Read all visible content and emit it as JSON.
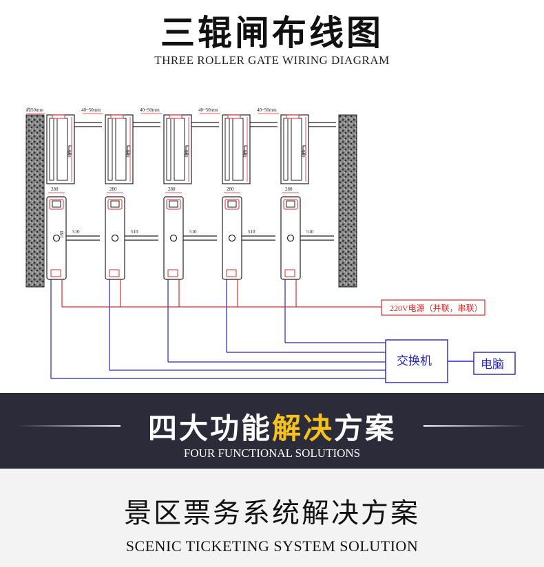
{
  "header": {
    "title_zh": "三辊闸布线图",
    "title_en": "THREE ROLLER GATE WIRING DIAGRAM"
  },
  "diagram": {
    "wall_gap_label": "约50mm",
    "gap_label": "40~50mm",
    "gate_length_label": "980",
    "gate_width_label": "280",
    "arm_length_label": "510",
    "side_label": "180",
    "power_label": "220V电源（并联，串联）",
    "switch_label": "交换机",
    "computer_label": "电脑",
    "colors": {
      "power_line": "#e0282c",
      "network_line": "#2323c8",
      "wall_fill": "#555555",
      "outline": "#222222"
    }
  },
  "banner": {
    "title_part1": "四大功能",
    "title_highlight": "解决",
    "title_part2": "方案",
    "subtitle": "FOUR FUNCTIONAL SOLUTIONS",
    "highlight_color": "#f4c21b"
  },
  "solution": {
    "title": "景区票务系统解决方案",
    "subtitle": "SCENIC TICKETING SYSTEM SOLUTION"
  }
}
